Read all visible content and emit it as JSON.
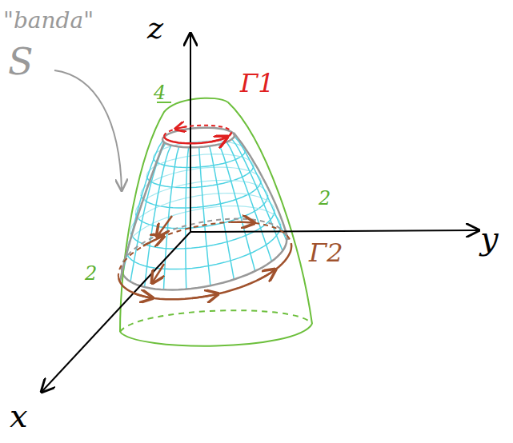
{
  "diagram": {
    "labels": [
      "\"banda\"",
      "S",
      "z",
      "4",
      "Γ1",
      "2",
      "y",
      "Γ2",
      "2",
      "x"
    ]
  }
}
